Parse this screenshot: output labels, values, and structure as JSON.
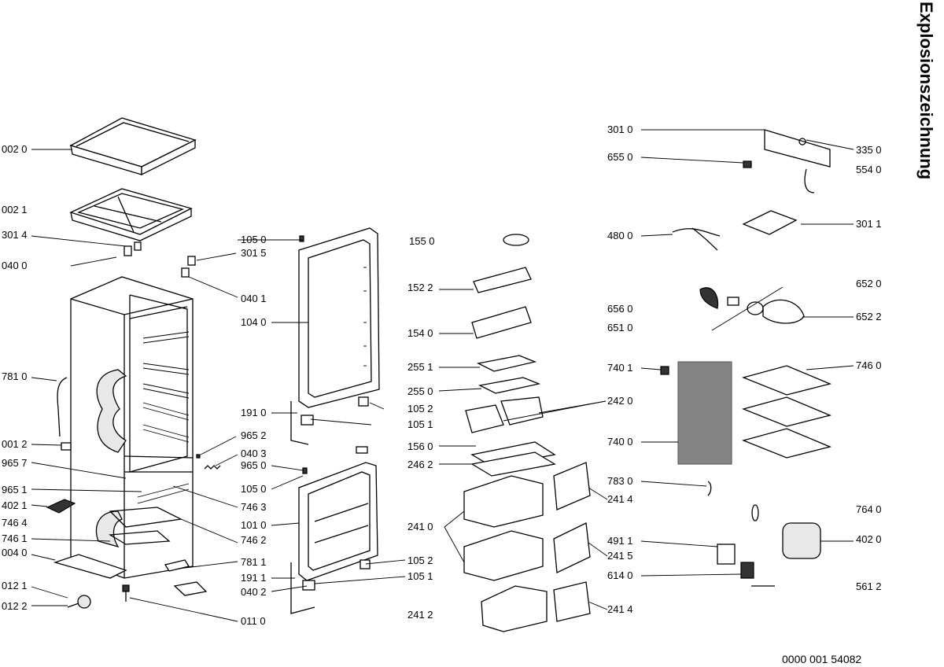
{
  "title": "Explosionszeichnung",
  "document_number": "0000 001 54082",
  "labels": {
    "l_002_0": "002 0",
    "l_002_1": "002 1",
    "l_301_4": "301 4",
    "l_040_0": "040 0",
    "l_781_0": "781 0",
    "l_001_2": "001 2",
    "l_965_7": "965 7",
    "l_965_1": "965 1",
    "l_402_1": "402 1",
    "l_746_4": "746 4",
    "l_746_1": "746 1",
    "l_004_0": "004 0",
    "l_012_1": "012 1",
    "l_012_2": "012 2",
    "l_105_0a": "105 0",
    "l_301_5": "301 5",
    "l_040_1": "040 1",
    "l_104_0": "104 0",
    "l_191_0": "191 0",
    "l_965_2": "965 2",
    "l_040_3": "040 3",
    "l_965_0": "965 0",
    "l_105_0b": "105 0",
    "l_746_3": "746 3",
    "l_101_0": "101 0",
    "l_746_2": "746 2",
    "l_781_1": "781 1",
    "l_191_1": "191 1",
    "l_040_2": "040 2",
    "l_011_0": "011 0",
    "l_155_0": "155 0",
    "l_152_2": "152 2",
    "l_154_0": "154 0",
    "l_255_1": "255 1",
    "l_255_0": "255 0",
    "l_105_2a": "105 2",
    "l_105_1a": "105 1",
    "l_156_0": "156 0",
    "l_246_2": "246 2",
    "l_241_0": "241 0",
    "l_241_2": "241 2",
    "l_105_2b": "105 2",
    "l_105_1b": "105 1",
    "l_242_0": "242 0",
    "l_241_4a": "241 4",
    "l_241_5": "241 5",
    "l_241_4b": "241 4",
    "l_301_0": "301 0",
    "l_655_0": "655 0",
    "l_335_0": "335 0",
    "l_554_0": "554 0",
    "l_301_1": "301 1",
    "l_480_0": "480 0",
    "l_652_0": "652 0",
    "l_656_0": "656 0",
    "l_651_0": "651 0",
    "l_652_2": "652 2",
    "l_740_1": "740 1",
    "l_746_0": "746 0",
    "l_740_0": "740 0",
    "l_783_0": "783 0",
    "l_764_0": "764 0",
    "l_491_1": "491 1",
    "l_402_0": "402 0",
    "l_614_0": "614 0",
    "l_561_2": "561 2"
  }
}
